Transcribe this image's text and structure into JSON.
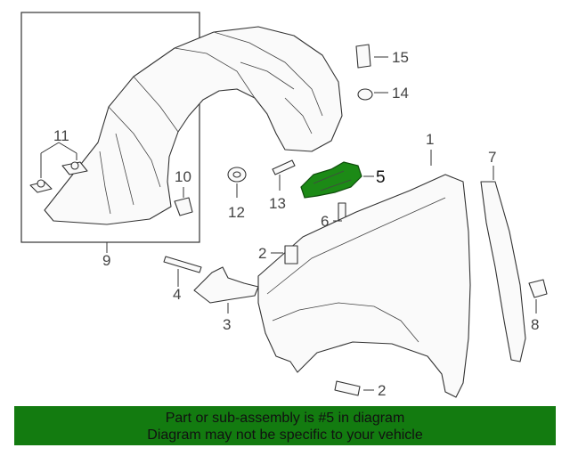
{
  "callouts": {
    "c1": "1",
    "c2a": "2",
    "c2b": "2",
    "c3": "3",
    "c4": "4",
    "c5": "5",
    "c6": "6",
    "c7": "7",
    "c8": "8",
    "c9": "9",
    "c10": "10",
    "c11": "11",
    "c12": "12",
    "c13": "13",
    "c14": "14",
    "c15": "15"
  },
  "highlight_color": "#137b10",
  "banner": {
    "line1": "Part or sub-assembly is #5 in diagram",
    "line2": "Diagram may not be specific to your vehicle"
  }
}
